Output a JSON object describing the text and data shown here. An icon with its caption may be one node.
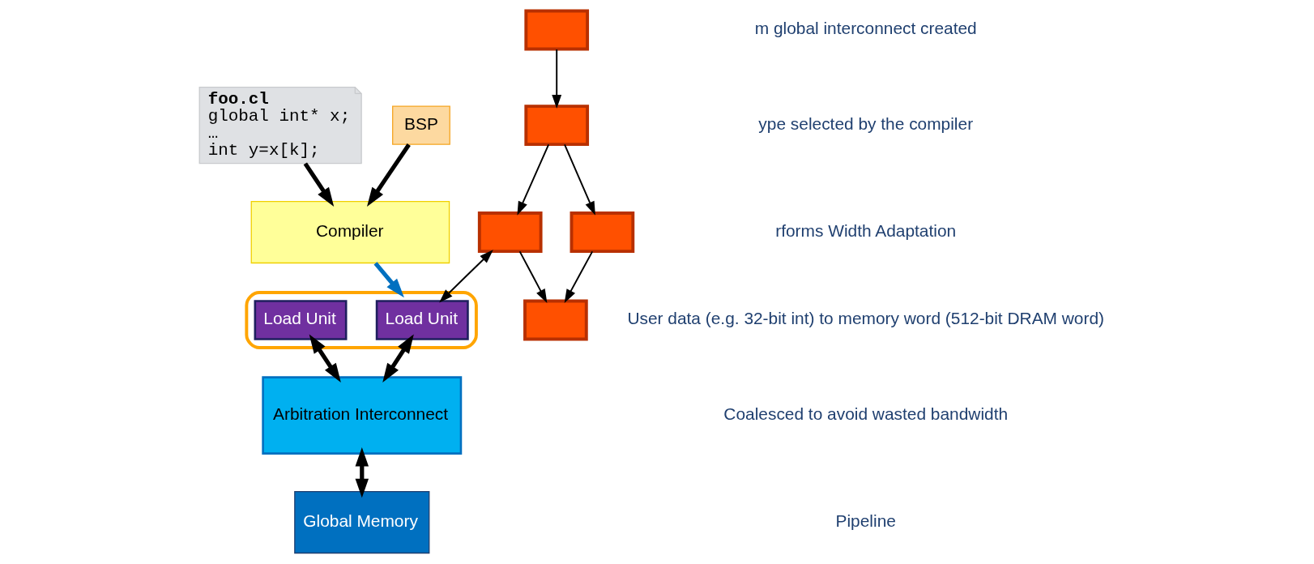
{
  "diagram": {
    "nodes": [
      {
        "text": [
          "foo.cl",
          "global int* x;",
          "…",
          "int y=x[k];"
        ]
      },
      {
        "text": [
          "BSP"
        ]
      },
      {
        "text": [
          "Compiler"
        ]
      },
      {
        "text": [],
        "shape": "box"
      },
      {
        "text": [],
        "shape": "box"
      },
      {
        "text": [],
        "shape": "box"
      },
      {
        "text": [],
        "shape": "box"
      },
      {
        "text": [],
        "shape": "box"
      },
      {
        "text": [],
        "shape": "box"
      },
      {
        "text": [
          "Load Unit"
        ],
        "in": 8
      },
      {
        "text": [
          "Load Unit"
        ],
        "in": 8
      },
      {
        "text": [
          "Arbitration Interconnect"
        ]
      },
      {
        "text": [
          "Global Memory"
        ]
      }
    ],
    "edges": [
      {
        "from": 0,
        "to": 2,
        "arrow": "to",
        "style": "thick"
      },
      {
        "from": 1,
        "to": 2,
        "arrow": "to",
        "style": "thick"
      },
      {
        "from": 2,
        "to": 8,
        "arrow": "to",
        "style": "thick",
        "color": "#0070c0"
      },
      {
        "from": 3,
        "to": 4,
        "arrow": "to"
      },
      {
        "from": 4,
        "to": 5,
        "arrow": "to"
      },
      {
        "from": 4,
        "to": 6,
        "arrow": "to"
      },
      {
        "from": 5,
        "to": 7,
        "arrow": "to"
      },
      {
        "from": 6,
        "to": 7,
        "arrow": "to"
      },
      {
        "from": 6,
        "to": 9,
        "arrow": "both"
      },
      {
        "from": 9,
        "to": 11,
        "arrow": "both",
        "style": "thick"
      },
      {
        "from": 10,
        "to": 11,
        "arrow": "both",
        "style": "thick"
      },
      {
        "from": 11,
        "to": 12,
        "arrow": "both",
        "style": "thick"
      }
    ],
    "labels": [
      "m global interconnect created",
      "ype selected by the compiler",
      "rforms Width Adaptation",
      "User data (e.g. 32-bit int) to memory word (512-bit DRAM word)",
      "Coalesced to avoid wasted bandwidth",
      "Pipeline"
    ]
  }
}
